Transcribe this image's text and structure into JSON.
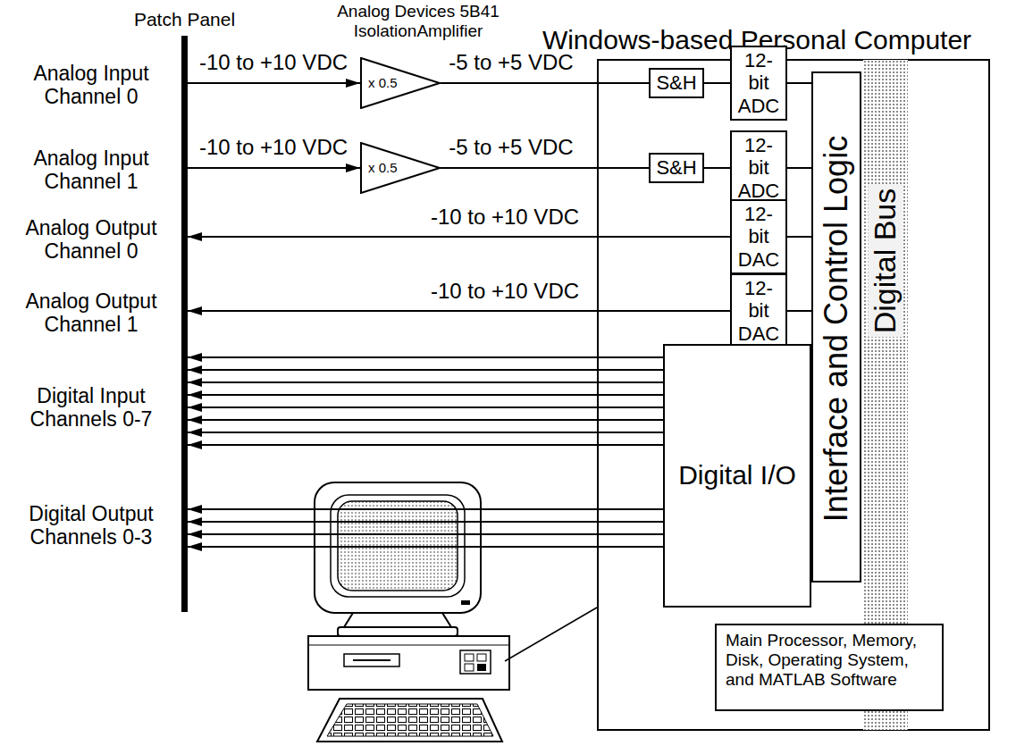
{
  "diagram": {
    "nodes": [
      {
        "text": [
          "Patch Panel"
        ]
      },
      {
        "text": [
          "x 0.5"
        ]
      },
      {
        "text": [
          "x 0.5"
        ]
      },
      {
        "text": [
          "Windows-based Personal Computer"
        ]
      },
      {
        "text": [
          "S&H"
        ],
        "in": 3
      },
      {
        "text": [
          "12-bit ADC"
        ],
        "in": 3
      },
      {
        "text": [
          "S&H"
        ],
        "in": 3
      },
      {
        "text": [
          "12-bit ADC"
        ],
        "in": 3
      },
      {
        "text": [
          "12-bit DAC"
        ],
        "in": 3
      },
      {
        "text": [
          "12-bit DAC"
        ],
        "in": 3
      },
      {
        "text": [
          "Interface and Control Logic"
        ],
        "in": 3
      },
      {
        "text": [
          "Digital Bus"
        ],
        "in": 3
      },
      {
        "text": [
          "Digital I/O"
        ],
        "in": 3
      },
      {
        "text": [
          "Main Processor, Memory, Disk, Operating System, and MATLAB Software"
        ],
        "in": 3
      }
    ],
    "edges": [
      {
        "from": 0,
        "to": 1,
        "arrow": "to",
        "label": "-10 to +10 VDC"
      },
      {
        "from": 1,
        "to": 4,
        "arrow": "none",
        "label": "-5 to +5 VDC"
      },
      {
        "from": 4,
        "to": 5,
        "arrow": "none"
      },
      {
        "from": 5,
        "to": 10,
        "arrow": "none"
      },
      {
        "from": 0,
        "to": 2,
        "arrow": "to",
        "label": "-10 to +10 VDC"
      },
      {
        "from": 2,
        "to": 6,
        "arrow": "none",
        "label": "-5 to +5 VDC"
      },
      {
        "from": 6,
        "to": 7,
        "arrow": "none"
      },
      {
        "from": 7,
        "to": 10,
        "arrow": "none"
      },
      {
        "from": 8,
        "to": 0,
        "arrow": "to",
        "label": "-10 to +10 VDC"
      },
      {
        "from": 10,
        "to": 8,
        "arrow": "none"
      },
      {
        "from": 9,
        "to": 0,
        "arrow": "to",
        "label": "-10 to +10 VDC"
      },
      {
        "from": 10,
        "to": 9,
        "arrow": "none"
      },
      {
        "from": 12,
        "to": 0,
        "arrow": "to"
      },
      {
        "from": 12,
        "to": 0,
        "arrow": "to"
      },
      {
        "from": 12,
        "to": 0,
        "arrow": "to"
      },
      {
        "from": 12,
        "to": 0,
        "arrow": "to"
      },
      {
        "from": 12,
        "to": 0,
        "arrow": "to"
      },
      {
        "from": 12,
        "to": 0,
        "arrow": "to"
      },
      {
        "from": 12,
        "to": 0,
        "arrow": "to"
      },
      {
        "from": 12,
        "to": 0,
        "arrow": "to"
      },
      {
        "from": 12,
        "to": 0,
        "arrow": "to"
      },
      {
        "from": 12,
        "to": 0,
        "arrow": "to"
      },
      {
        "from": 12,
        "to": 0,
        "arrow": "to"
      },
      {
        "from": 12,
        "to": 0,
        "arrow": "to"
      }
    ],
    "labels": [
      "Analog Devices 5B41 IsolationAmplifier",
      "Analog Input Channel 0",
      "Analog Input Channel 1",
      "Analog Output Channel 0",
      "Analog Output Channel 1",
      "Digital Input Channels 0-7",
      "Digital Output Channels 0-3"
    ]
  }
}
